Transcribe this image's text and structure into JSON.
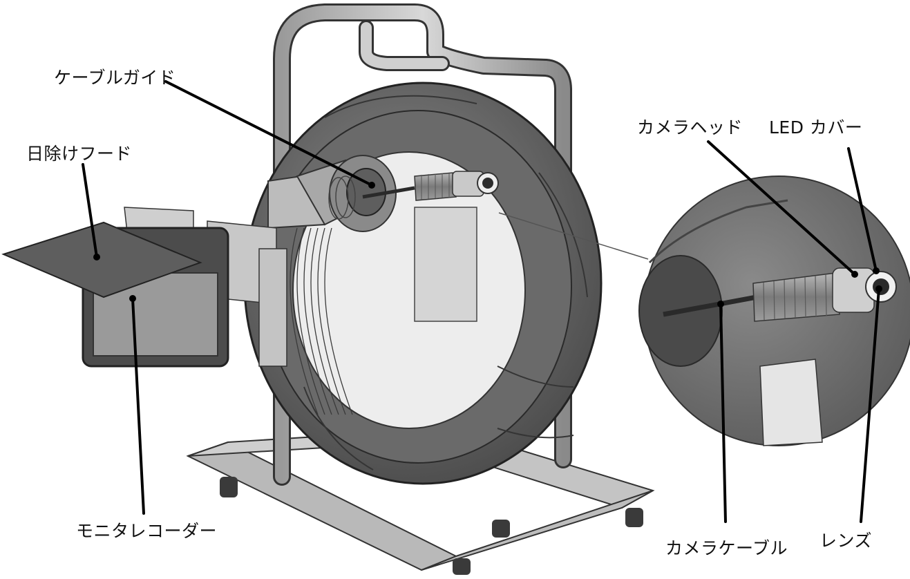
{
  "labels": {
    "cable_guide": "ケーブルガイド",
    "sun_hood": "日除けフード",
    "camera_head": "カメラヘッド",
    "led_cover": "LED カバー",
    "monitor_recorder": "モニタレコーダー",
    "camera_cable": "カメラケーブル",
    "lens": "レンズ"
  }
}
